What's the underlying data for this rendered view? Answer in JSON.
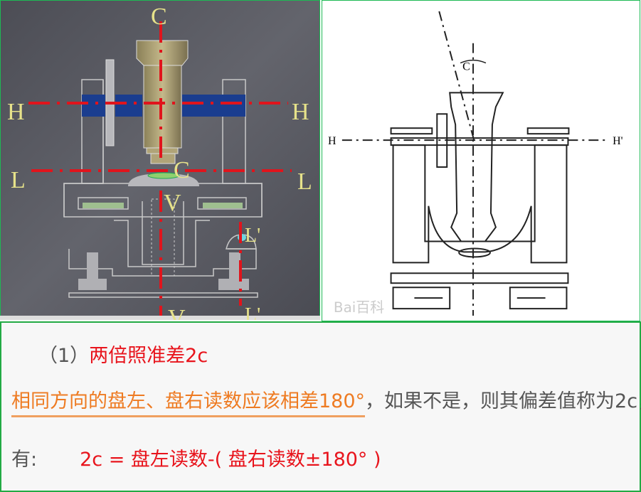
{
  "left_diagram": {
    "labels": {
      "top_c": "C",
      "h_left": "H",
      "h_right": "H",
      "l_left": "L",
      "l_right": "L",
      "c_mid": "C",
      "v_top": "V",
      "l_prime_top": "L'",
      "v_bottom": "V",
      "l_prime_bottom": "L'"
    },
    "colors": {
      "background": "#55565e",
      "axis_line": "#e0141c",
      "label": "#e6e28a",
      "telescope": "#a89c6a",
      "horizontal_axis": "#1a3d8f"
    }
  },
  "right_diagram": {
    "labels": {
      "c": "C",
      "h_left": "H",
      "h_right": "H'"
    },
    "watermark": "Bai百科"
  },
  "text": {
    "heading_number": "（1）",
    "heading_title": "两倍照准差2c",
    "definition_highlight": "相同方向的盘左、盘右读数应该相差180°",
    "definition_rest": "，如果不是，则其偏差值称为2c，",
    "formula_prefix": "有:",
    "formula": "2c = 盘左读数-( 盘右读数±180° )"
  }
}
